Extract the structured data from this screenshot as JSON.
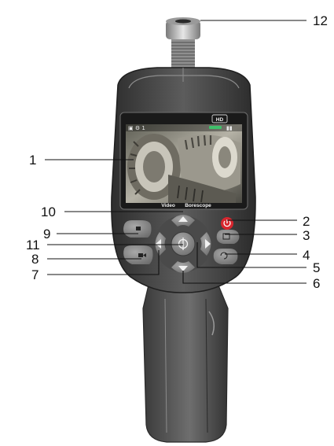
{
  "screen": {
    "hd_badge": "HD",
    "mode_video": "Video",
    "mode_borescope": "Borescope",
    "top_left_icons": "▣ ⚙ 1",
    "top_right_status": "▮▮"
  },
  "callouts": {
    "c1": "1",
    "c2": "2",
    "c3": "3",
    "c4": "4",
    "c5": "5",
    "c6": "6",
    "c7": "7",
    "c8": "8",
    "c9": "9",
    "c10": "10",
    "c11": "11",
    "c12": "12"
  },
  "colors": {
    "body_dark": "#3d3d3d",
    "body_mid": "#5a5a5a",
    "button_gray": "#8a8a8a",
    "power_red": "#d7262e",
    "status_green": "#3fbf6a"
  },
  "icons": [
    "camera-lens-icon",
    "power-icon",
    "zoom-icon",
    "rotate-icon",
    "arrow-up-icon",
    "arrow-down-icon",
    "arrow-left-icon",
    "arrow-right-icon",
    "ok-icon",
    "camera-icon",
    "video-icon"
  ]
}
